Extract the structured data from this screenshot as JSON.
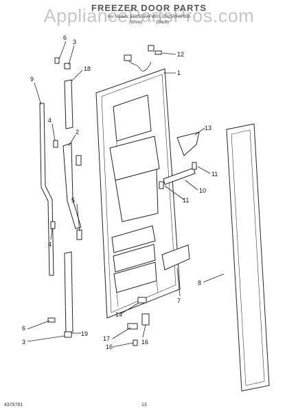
{
  "header": {
    "title": "FREEZER DOOR PARTS",
    "subtitle": "For Models: ED25RFXFW00, ED25RFXFB00",
    "variants": [
      "(White)",
      "(Black)"
    ]
  },
  "watermark": "AppliancePartsPros.com",
  "footer": {
    "part_number": "4379781",
    "page": "13"
  },
  "callouts": [
    "6",
    "3",
    "18",
    "9",
    "4",
    "2",
    "1",
    "12",
    "13",
    "11",
    "10",
    "11",
    "5",
    "4",
    "8",
    "7",
    "14",
    "17",
    "16",
    "16",
    "6",
    "3",
    "19"
  ]
}
